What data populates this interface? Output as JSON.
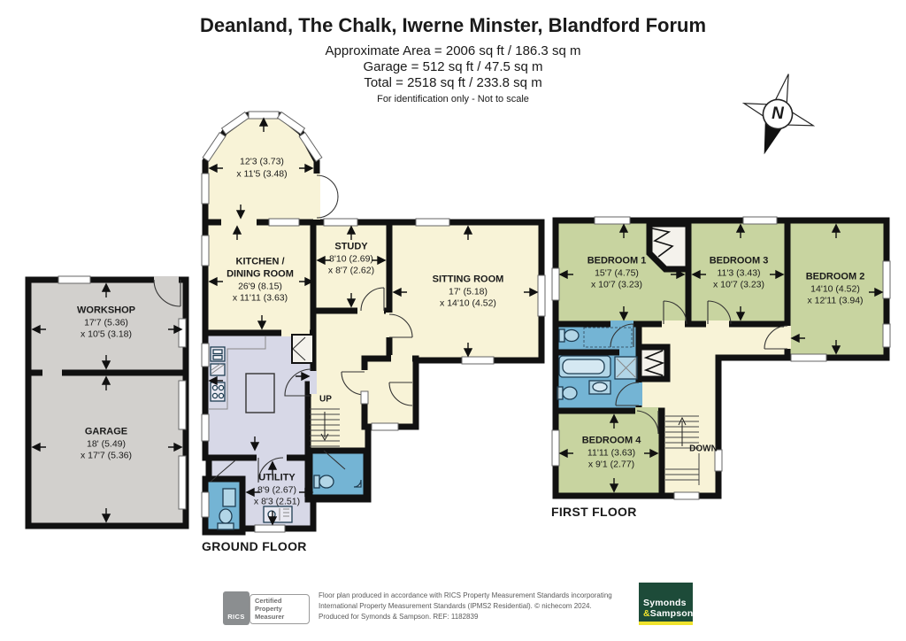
{
  "header": {
    "title": "Deanland, The Chalk, Iwerne Minster, Blandford Forum",
    "area": "Approximate Area = 2006 sq ft / 186.3 sq m",
    "garage": "Garage = 512 sq ft / 47.5 sq m",
    "total": "Total = 2518 sq ft / 233.8 sq m",
    "disclaimer": "For identification only - Not to scale"
  },
  "compass": {
    "north": "N"
  },
  "ground": {
    "label": "GROUND FLOOR",
    "stairs": "UP",
    "rooms": {
      "conservatory": {
        "name": "",
        "dim1": "12'3 (3.73)",
        "dim2": "x 11'5 (3.48)"
      },
      "kitchen": {
        "name": "KITCHEN /\nDINING ROOM",
        "dim1": "26'9 (8.15)",
        "dim2": "x 11'11 (3.63)"
      },
      "study": {
        "name": "STUDY",
        "dim1": "8'10 (2.69)",
        "dim2": "x 8'7 (2.62)"
      },
      "sitting": {
        "name": "SITTING ROOM",
        "dim1": "17' (5.18)",
        "dim2": "x 14'10 (4.52)"
      },
      "utility": {
        "name": "UTILITY",
        "dim1": "8'9 (2.67)",
        "dim2": "x 8'3 (2.51)"
      },
      "workshop": {
        "name": "WORKSHOP",
        "dim1": "17'7 (5.36)",
        "dim2": "x 10'5 (3.18)"
      },
      "garage": {
        "name": "GARAGE",
        "dim1": "18' (5.49)",
        "dim2": "x 17'7 (5.36)"
      }
    }
  },
  "first": {
    "label": "FIRST FLOOR",
    "stairs": "DOWN",
    "rooms": {
      "bedroom1": {
        "name": "BEDROOM 1",
        "dim1": "15'7 (4.75)",
        "dim2": "x 10'7 (3.23)"
      },
      "bedroom3": {
        "name": "BEDROOM 3",
        "dim1": "11'3 (3.43)",
        "dim2": "x 10'7 (3.23)"
      },
      "bedroom2": {
        "name": "BEDROOM 2",
        "dim1": "14'10 (4.52)",
        "dim2": "x 12'11 (3.94)"
      },
      "bedroom4": {
        "name": "BEDROOM 4",
        "dim1": "11'11 (3.63)",
        "dim2": "x 9'1 (2.77)"
      }
    }
  },
  "footer": {
    "rics_name": "RICS",
    "rics_badge": "Certified\nProperty\nMeasurer",
    "line1": "Floor plan produced in accordance with RICS Property Measurement Standards incorporating",
    "line2": "International Property Measurement Standards (IPMS2 Residential).   © nichecom 2024.",
    "line3": "Produced for Symonds & Sampson.   REF: 1182839",
    "agent": {
      "word1": "Symonds",
      "amp": "&",
      "word2": "Sampson"
    }
  },
  "colors": {
    "cream": "#f8f3d7",
    "green": "#c8d4a0",
    "blue": "#74b4d4",
    "lavender": "#d7d8e7",
    "grey": "#d2d0cd",
    "wall": "#111111",
    "agent_green": "#1d4b39",
    "agent_yellow": "#efe32d"
  }
}
